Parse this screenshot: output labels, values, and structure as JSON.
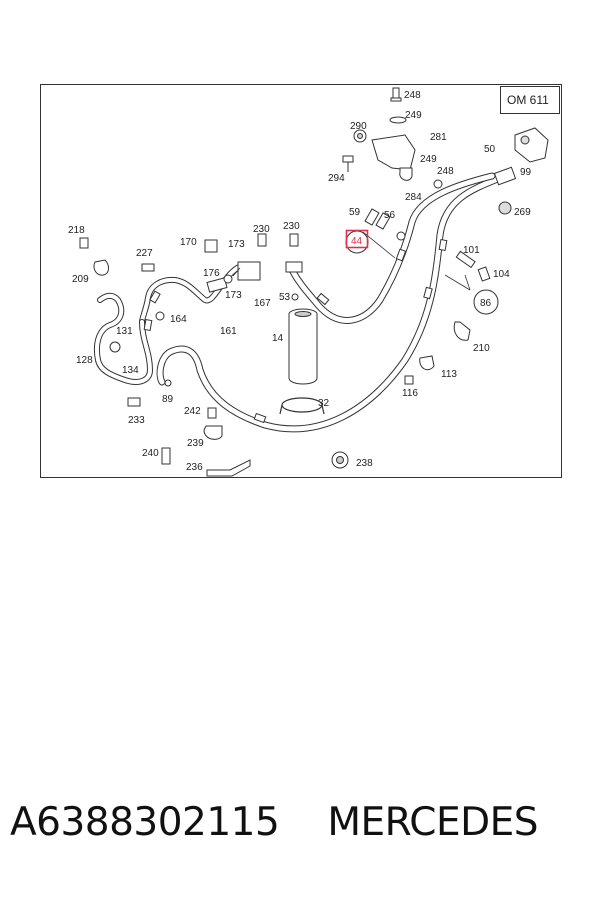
{
  "diagram": {
    "model_label": "OM 611",
    "callouts": [
      "248",
      "249",
      "290",
      "281",
      "50",
      "294",
      "249",
      "248",
      "284",
      "99",
      "59",
      "56",
      "269",
      "218",
      "227",
      "170",
      "173",
      "230",
      "230",
      "44",
      "101",
      "104",
      "86",
      "209",
      "176",
      "173",
      "167",
      "53",
      "164",
      "161",
      "131",
      "14",
      "210",
      "128",
      "134",
      "113",
      "116",
      "89",
      "242",
      "32",
      "233",
      "239",
      "240",
      "236",
      "238"
    ],
    "highlight_color": "#e0304a"
  },
  "caption": {
    "part_number": "A6388302115",
    "brand": "MERCEDES"
  }
}
